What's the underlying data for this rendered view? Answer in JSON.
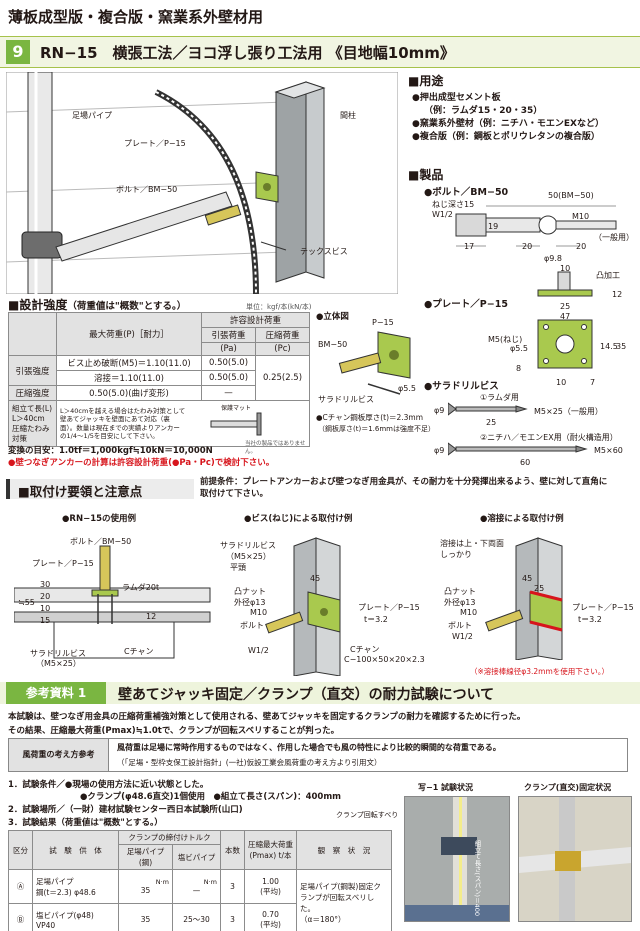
{
  "page": {
    "top_title": "薄板成型版・複合版・窯業系外壁材用",
    "section_number": "9",
    "section_title": "RN−15　横張工法／ヨコ浮し張り工法用 《目地幅10mm》"
  },
  "fig_main": {
    "labels": {
      "pipe": "足場パイプ",
      "plate": "プレート／P−15",
      "post": "間柱",
      "bolt": "ボルト／BM−50",
      "screw": "テックスビス"
    }
  },
  "use": {
    "title": "■用途",
    "items": [
      "●押出成型セメント板",
      "（例：ラムダ15・20・35）",
      "●窯業系外壁材（例：ニチハ・モエンEXなど）",
      "●複合版（例：鋼板とポリウレタンの複合版）"
    ]
  },
  "products": {
    "title": "■製品",
    "bolt": {
      "label": "●ボルト／BM−50",
      "dims": {
        "thread_depth": "ねじ深さ15",
        "w": "W1/2",
        "len": "50(BM−50)",
        "m10": "M10",
        "d19": "19",
        "d17": "17",
        "d20a": "20",
        "d20b": "20",
        "phi": "φ9.8",
        "note": "（一般用）"
      }
    },
    "plate": {
      "label": "●プレート／P−15",
      "dims": {
        "d10": "10",
        "convex": "凸加工",
        "d12": "12",
        "d25": "25",
        "d47": "47",
        "m5": "M5(ねじ)",
        "phi": "φ5.5",
        "d8": "8",
        "d14_5": "14.5",
        "d35": "35",
        "d10b": "10",
        "d7": "7"
      }
    },
    "screw": {
      "label": "●サラドリルビス",
      "type1": {
        "label": "①ラムダ用",
        "phi": "φ9",
        "spec": "M5×25（一般用）",
        "len": "25"
      },
      "type2": {
        "label": "②ニチハ／モエンEX用（耐火構造用）",
        "phi": "φ9",
        "spec": "M5×60",
        "len": "60"
      }
    }
  },
  "strength": {
    "title": "■設計強度",
    "subtitle": "（荷重値は\"概数\"とする。）",
    "unit": "単位：kgf/本(kN/本)",
    "headers": {
      "max": "最大荷重(P)［耐力］",
      "allow": "許容設計荷重",
      "pull": "引張荷重",
      "pa": "(Pa)",
      "comp": "圧縮荷重",
      "pc": "(Pc)"
    },
    "rows": {
      "tension": "引張強度",
      "screw_break": "ビス止め破断(M5)＝1.10(11.0)",
      "screw_break_pa": "0.50(5.0)",
      "weld": "溶接＝1.10(11.0)",
      "weld_pa": "0.50(5.0)",
      "pc": "0.25(2.5)",
      "compression": "圧縮強度",
      "comp_val": "0.50(5.0)(曲げ変形)",
      "comp_dash": "—",
      "assembly": "組立て長(L)\nL＞40cm\n圧縮たわみ\n対策",
      "assembly_note": "L＞40cmを越える場合はたわみ対策として壁あてジャッキを壁面にあて対応（裏面）。数量は現在までの実績よりアンカーの1/4〜1/5を目安にして下さい。",
      "jack_label": "保護マット",
      "jack_note": "当社の製品ではありません。"
    },
    "conv": "変換の目安：1.0tf＝1,000kgf≒10kN＝10,000N",
    "warn": "●壁つなぎアンカーの計算は許容設計荷重(●Pa・Pc)で検討下さい。"
  },
  "fig_iso": {
    "title": "●立体図",
    "labels": {
      "plate": "P−15",
      "bolt": "BM−50",
      "screw": "サラドリルビス",
      "phi": "φ5.5"
    },
    "note1": "●Cチャン鋼板厚さ(t)＝2.3mm",
    "note2": "（鋼板厚さ(t)＝1.6mmは強度不足）"
  },
  "install": {
    "title": "■取付け要領と注意点",
    "premise": "前提条件：プレートアンカーおよび壁つなぎ用金具が、その耐力を十分発揮出来るよう、壁に対して直角に取付けて下さい。",
    "ex1": {
      "title": "●RN−15の使用例",
      "labels": {
        "bolt": "ボルト／BM−50",
        "plate": "プレート／P−15",
        "lambda": "ラムダ20t",
        "d55": "≒55",
        "d30": "30",
        "d20": "20",
        "d10": "10",
        "d15": "15",
        "d12": "12",
        "screw": "サラドリルビス",
        "screw_spec": "（M5×25）",
        "cchan": "Cチャン"
      }
    },
    "ex2": {
      "title": "●ビス(ねじ)による取付け例",
      "labels": {
        "screw": "サラドリルビス",
        "spec": "（M5×25）",
        "flat": "平頭",
        "d45": "45",
        "nut": "凸ナット",
        "nut_d": "外径φ13",
        "m10": "M10",
        "bolt": "ボルト",
        "w": "W1/2",
        "plate": "プレート／P−15",
        "t": "t＝3.2",
        "cchan": "Cチャン",
        "cspec": "C−100×50×20×2.3"
      }
    },
    "ex3": {
      "title": "●溶接による取付け例",
      "labels": {
        "weld": "溶接は上・下両面",
        "firm": "しっかり",
        "d45": "45",
        "d25": "25",
        "nut": "凸ナット",
        "nut_d": "外径φ13",
        "m10": "M10",
        "bolt": "ボルト",
        "w": "W1/2",
        "plate": "プレート／P−15",
        "t": "t＝3.2"
      }
    },
    "note": "（※溶接棒線径φ3.2mmを使用下さい。）"
  },
  "ref": {
    "tag": "参考資料 1",
    "title": "壁あてジャッキ固定／クランプ（直交）の耐力試験について",
    "p1": "本試験は、壁つなぎ用金具の圧縮荷重補強対策として使用される、壁あてジャッキを固定するクランプの耐力を確認するために行った。",
    "p2": "その結果、圧縮最大荷重(Pmax)≒1.0tで、クランプが回転スベリすることが判った。",
    "wind_label": "風荷重の考え方参考",
    "wind_text": "風荷重は足場に常時作用するものではなく、作用した場合でも風の特性により比較的瞬間的な荷重である。",
    "wind_src": "（「足場・型枠支保工設計指針」(一社)仮設工業会風荷重の考え方より引用文）",
    "cond_title": "1．試験条件／●現場の使用方法に近い状態とした。",
    "cond_1": "●クランプ(φ48.6直交)1個使用　●組立て長さ(スパン)：400mm",
    "place": "2．試験場所／（一財）建材試験センター西日本試験所(山口)",
    "result": "3．試験結果（荷重値は\"概数\"とする。）",
    "photo1": "写−1 試験状況",
    "photo1_note": "クランプ回転すべり",
    "photo1_span": "組立て長さ(スパン)＝400",
    "photo2": "クランプ(直交)固定状況",
    "table": {
      "h_div": "区分",
      "h_obj": "試　験　供　体",
      "h_torque": "クランプの締付けトルク",
      "h_steel": "足場パイプ(鋼)",
      "h_pvc": "塩ビパイプ",
      "h_count": "本数",
      "h_pmax": "圧縮最大荷重(Pmax) t/本",
      "h_obs": "観　察　状　況",
      "nm": "N·m",
      "rowA": {
        "div": "Ⓐ",
        "obj1": "足場パイプ",
        "obj2": "鋼(t＝2.3) φ48.6",
        "steel": "35",
        "pvc": "—",
        "count": "3",
        "pmax": "1.00",
        "pmax_note": "(平均)"
      },
      "rowB": {
        "div": "Ⓑ",
        "obj1": "塩ビパイプ(φ48)",
        "obj2": "VP40",
        "steel": "35",
        "pvc": "25〜30",
        "count": "3",
        "pmax": "0.70",
        "pmax_note": "(平均)"
      },
      "obs": "足場パイプ(鋼製)固定クランプが回転スベリした。",
      "obs_angle": "（α＝180°）"
    }
  }
}
